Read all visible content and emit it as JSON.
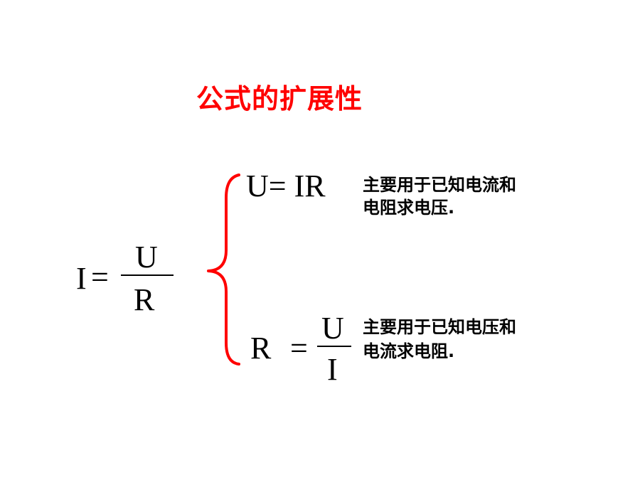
{
  "title": "公式的扩展性",
  "main_formula": {
    "lhs": "I",
    "equals": "=",
    "numerator": "U",
    "denominator": "R"
  },
  "brace_color": "#ff0000",
  "derived": [
    {
      "formula": "U= IR",
      "note_line1": "主要用于已知电流和",
      "note_line2": "电阻求电压."
    },
    {
      "lhs": "R",
      "equals": "=",
      "numerator": "U",
      "denominator": "I",
      "note_line1": "主要用于已知电压和",
      "note_line2": "电流求电阻."
    }
  ]
}
